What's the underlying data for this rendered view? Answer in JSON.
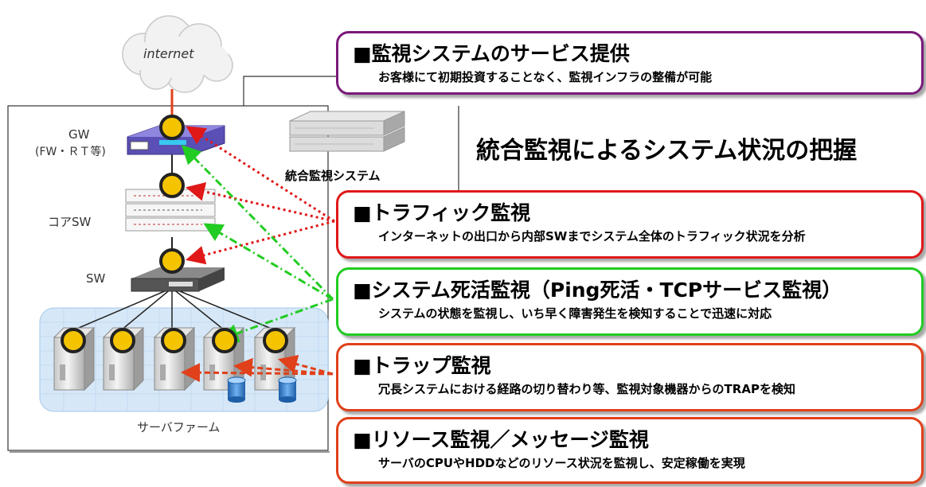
{
  "cloud_label": "internet",
  "devices": {
    "gw": "GW",
    "gw_sub": "(FW・ＲＴ等)",
    "core_sw": "コアSW",
    "sw": "SW",
    "server_farm": "サーバファーム",
    "monitor_system": "統合監視システム"
  },
  "headline": "統合監視によるシステム状況の把握",
  "panels": [
    {
      "title": "■監視システムのサービス提供",
      "desc": "お客様にて初期投資することなく、監視インフラの整備が可能",
      "color": "#7a1a7a"
    },
    {
      "title": "■トラフィック監視",
      "desc": "インターネットの出口から内部SWまでシステム全体のトラフィック状況を分析",
      "color": "#e01818"
    },
    {
      "title": "■システム死活監視（Ping死活・TCPサービス監視）",
      "desc": "システムの状態を監視し、いち早く障害発生を検知することで迅速に対応",
      "color": "#22cc22"
    },
    {
      "title": "■トラップ監視",
      "desc": "冗長システムにおける経路の切り替わり等、監視対象機器からのTRAPを検知",
      "color": "#e0401a"
    },
    {
      "title": "■リソース監視／メッセージ監視",
      "desc": "サーバのCPUやHDDなどのリソース状況を監視し、安定稼働を実現",
      "color": "#e0401a"
    }
  ],
  "colors": {
    "traffic": "#e01818",
    "alive": "#22cc22",
    "trap": "#e0401a",
    "monitor_point": "#f5c400"
  }
}
